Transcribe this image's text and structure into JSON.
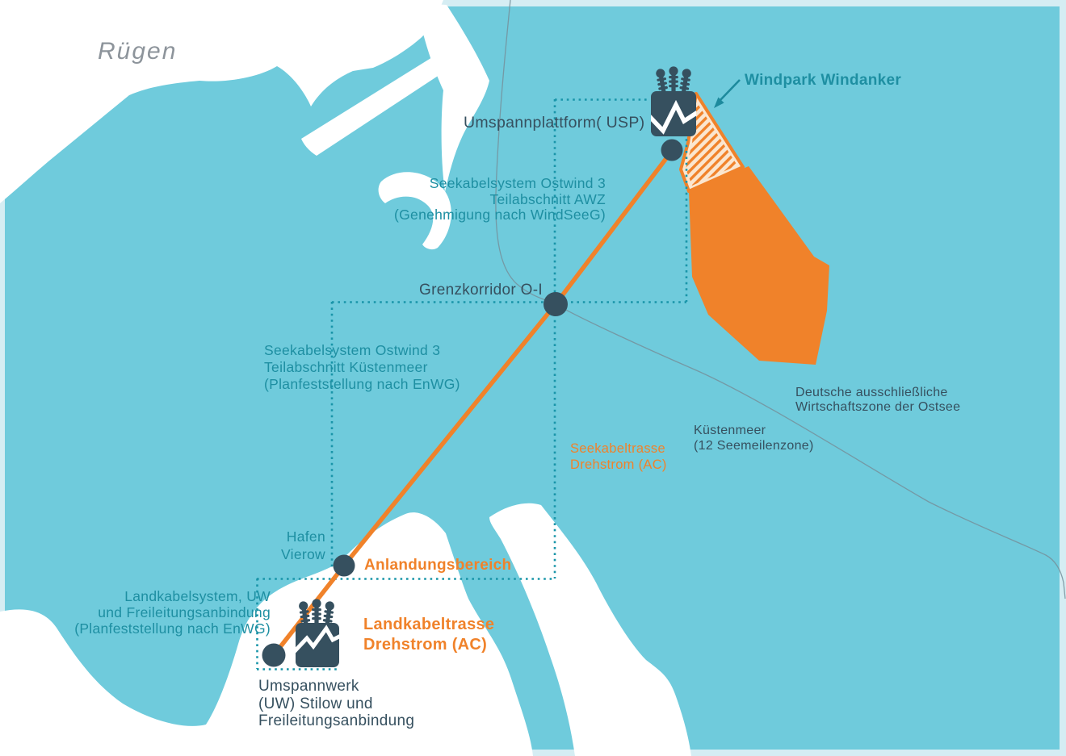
{
  "map": {
    "region_label": "Rügen",
    "windpark": {
      "label": "Windpark Windanker"
    },
    "platform": {
      "label": "Umspannplattform( USP)"
    },
    "sea_cable_awz": {
      "l1": "Seekabelsystem Ostwind 3",
      "l2": "Teilabschnitt AWZ",
      "l3": "(Genehmigung nach WindSeeG)"
    },
    "border_corridor": {
      "label": "Grenzkorridor O-I"
    },
    "sea_cable_coastal": {
      "l1": "Seekabelsystem Ostwind 3",
      "l2": "Teilabschnitt Küstenmeer",
      "l3": "(Planfeststellung nach EnWG)"
    },
    "sea_cable_route": {
      "l1": "Seekabeltrasse",
      "l2": "Drehstrom (AC)"
    },
    "eez": {
      "l1": "Deutsche ausschließliche",
      "l2": "Wirtschaftszone der Ostsee"
    },
    "coastal_sea": {
      "l1": "Küstenmeer",
      "l2": "(12 Seemeilenzone)"
    },
    "harbor": {
      "l1": "Hafen",
      "l2": "Vierow"
    },
    "landing_area": {
      "label": "Anlandungsbereich"
    },
    "land_cable_system": {
      "l1": "Landkabelsystem, UW",
      "l2": "und Freileitungsanbindung",
      "l3": "(Planfeststellung nach EnWG)"
    },
    "land_cable_route": {
      "l1": "Landkabeltrasse",
      "l2": "Drehstrom (AC)"
    },
    "substation": {
      "l1": "Umspannwerk",
      "l2": "(UW) Stilow und",
      "l3": "Freileitungsanbindung"
    }
  },
  "icons": {
    "windpark_arrow": "arrow-pointing-down-left",
    "offshore_platform": "offshore-substation-platform",
    "onshore_substation": "transformer-substation",
    "route_node": "route-node-dot"
  },
  "colors": {
    "sea": "#6fcbdc",
    "land": "#ffffff",
    "frame": "#d5edf3",
    "accent_orange": "#f0822a",
    "hatch_background": "#fbe6cf",
    "teal_text": "#1e8fa2",
    "dark_slate": "#36505f",
    "dotted_line": "#1995a9",
    "boundary_line": "#75909b",
    "region_gray": "#8d949b"
  }
}
